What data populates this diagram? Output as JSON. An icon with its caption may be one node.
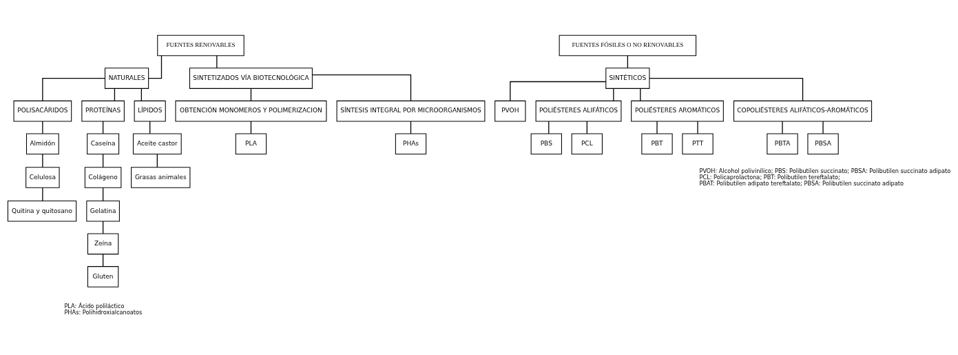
{
  "diagram": {
    "nodes": [
      {
        "text": [
          "FUENTES RENOVABLES"
        ]
      },
      {
        "text": [
          "NATURALES"
        ]
      },
      {
        "text": [
          "SINTETIZADOS VÍA BIOTECNOLÓGICA"
        ]
      },
      {
        "text": [
          "POLISACÁRIDOS"
        ]
      },
      {
        "text": [
          "PROTEÍNAS"
        ]
      },
      {
        "text": [
          "LÍPIDOS"
        ]
      },
      {
        "text": [
          "OBTENCIÓN MONOMEROS Y POLIMERIZACION"
        ]
      },
      {
        "text": [
          "SÍNTESIS INTEGRAL POR MICROORGANISMOS"
        ]
      },
      {
        "text": [
          "Almidón"
        ]
      },
      {
        "text": [
          "Caseína"
        ]
      },
      {
        "text": [
          "Aceite castor"
        ]
      },
      {
        "text": [
          "PLA"
        ]
      },
      {
        "text": [
          "PHAs"
        ]
      },
      {
        "text": [
          "Colágeno"
        ]
      },
      {
        "text": [
          "Grasas animales"
        ]
      },
      {
        "text": [
          "Celulosa"
        ]
      },
      {
        "text": [
          "Gelatina"
        ]
      },
      {
        "text": [
          "Quitina y quitosano"
        ]
      },
      {
        "text": [
          "Zeína"
        ]
      },
      {
        "text": [
          "Gluten"
        ]
      },
      {
        "text": [
          "FUENTES FÓSILES O NO RENOVABLES"
        ]
      },
      {
        "text": [
          "SINTÉTICOS"
        ]
      },
      {
        "text": [
          "PVOH"
        ]
      },
      {
        "text": [
          "POLIÉSTERES ALIFÁTICOS"
        ]
      },
      {
        "text": [
          "POLIÉSTERES AROMÁTICOS"
        ]
      },
      {
        "text": [
          "COPOLIÉSTERES ALIFÁTICOS-AROMÁTICOS"
        ]
      },
      {
        "text": [
          "PBS"
        ]
      },
      {
        "text": [
          "PCL"
        ]
      },
      {
        "text": [
          "PBT"
        ]
      },
      {
        "text": [
          "PTT"
        ]
      },
      {
        "text": [
          "PBTA"
        ]
      },
      {
        "text": [
          "PBSA"
        ]
      }
    ],
    "edges": [
      {
        "from": 0,
        "to": 1,
        "arrow": "none"
      },
      {
        "from": 0,
        "to": 2,
        "arrow": "none"
      },
      {
        "from": 1,
        "to": 3,
        "arrow": "none"
      },
      {
        "from": 1,
        "to": 4,
        "arrow": "none"
      },
      {
        "from": 1,
        "to": 5,
        "arrow": "none"
      },
      {
        "from": 2,
        "to": 6,
        "arrow": "none"
      },
      {
        "from": 2,
        "to": 7,
        "arrow": "none"
      },
      {
        "from": 3,
        "to": 8,
        "arrow": "none"
      },
      {
        "from": 8,
        "to": 15,
        "arrow": "none"
      },
      {
        "from": 15,
        "to": 17,
        "arrow": "none"
      },
      {
        "from": 4,
        "to": 9,
        "arrow": "none"
      },
      {
        "from": 9,
        "to": 13,
        "arrow": "none"
      },
      {
        "from": 13,
        "to": 16,
        "arrow": "none"
      },
      {
        "from": 16,
        "to": 18,
        "arrow": "none"
      },
      {
        "from": 18,
        "to": 19,
        "arrow": "none"
      },
      {
        "from": 5,
        "to": 10,
        "arrow": "none"
      },
      {
        "from": 10,
        "to": 14,
        "arrow": "none"
      },
      {
        "from": 6,
        "to": 11,
        "arrow": "none"
      },
      {
        "from": 7,
        "to": 12,
        "arrow": "none"
      },
      {
        "from": 20,
        "to": 21,
        "arrow": "none"
      },
      {
        "from": 21,
        "to": 22,
        "arrow": "none"
      },
      {
        "from": 21,
        "to": 23,
        "arrow": "none"
      },
      {
        "from": 21,
        "to": 24,
        "arrow": "none"
      },
      {
        "from": 21,
        "to": 25,
        "arrow": "none"
      },
      {
        "from": 23,
        "to": 26,
        "arrow": "none"
      },
      {
        "from": 23,
        "to": 27,
        "arrow": "none"
      },
      {
        "from": 24,
        "to": 28,
        "arrow": "none"
      },
      {
        "from": 24,
        "to": 29,
        "arrow": "none"
      },
      {
        "from": 25,
        "to": 30,
        "arrow": "none"
      },
      {
        "from": 25,
        "to": 31,
        "arrow": "none"
      }
    ],
    "labels": [
      "PLA: Ácido poliláctico",
      "PHAs: Polihidroxialcanoatos",
      "PVOH: Alcohol polivinílico; PBS: Polibutilen succinato; PBSA: Polibutilen succinato adipato",
      "PCL: Policaprolactona; PBT: Polibutilen tereftalato;",
      "PBAT: Polibutilen adipato tereftalato; PBSA: Polibutilen succinato adipato"
    ]
  }
}
